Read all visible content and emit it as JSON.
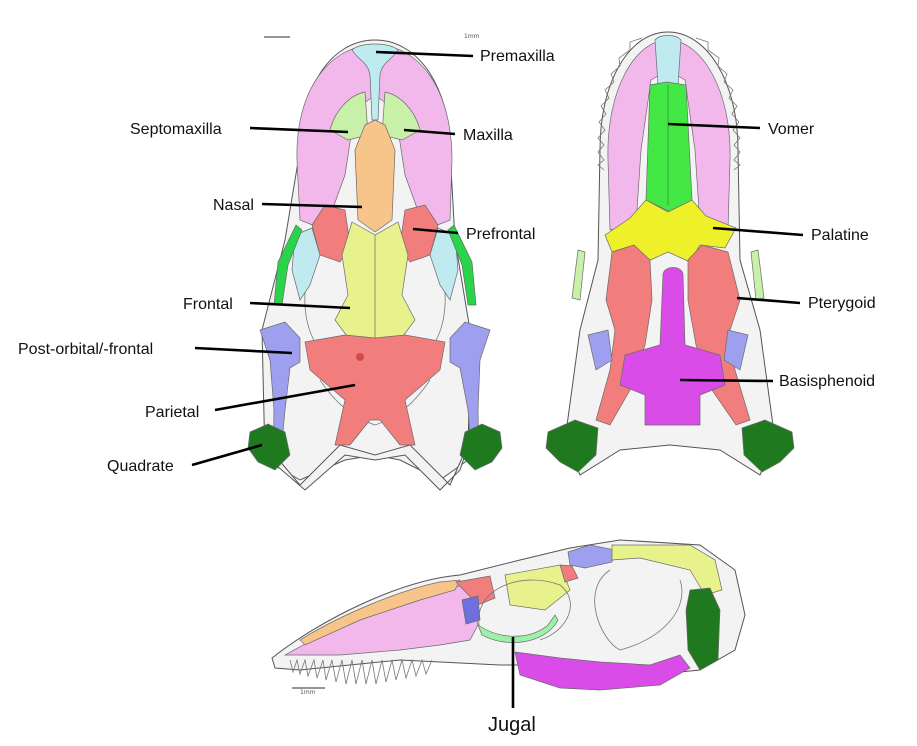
{
  "labels": {
    "premaxilla": "Premaxilla",
    "septomaxilla": "Septomaxilla",
    "maxilla": "Maxilla",
    "nasal": "Nasal",
    "prefrontal": "Prefrontal",
    "frontal": "Frontal",
    "postorbital": "Post-orbital/-frontal",
    "parietal": "Parietal",
    "quadrate": "Quadrate",
    "vomer": "Vomer",
    "palatine": "Palatine",
    "pterygoid": "Pterygoid",
    "basisphenoid": "Basisphenoid",
    "jugal": "Jugal"
  },
  "scale_bars": {
    "top": "1mm",
    "bottom": "1mm"
  },
  "colors": {
    "premaxilla": "#bfeaf0",
    "septomaxilla": "#c9f0a8",
    "maxilla": "#f2b8ec",
    "nasal": "#f7c48a",
    "prefrontal": "#f27d7d",
    "frontal": "#e8f28c",
    "postorbital": "#9f9ff0",
    "parietal": "#f27d7d",
    "quadrate": "#1f7a1f",
    "vomer": "#44e844",
    "palatine": "#eef02a",
    "pterygoid": "#f27d7d",
    "basisphenoid": "#d94ce8",
    "jugal": "#9ef0a8",
    "supratemporal": "#2ad44a",
    "lacrimal_blue": "#6f6fe0"
  }
}
